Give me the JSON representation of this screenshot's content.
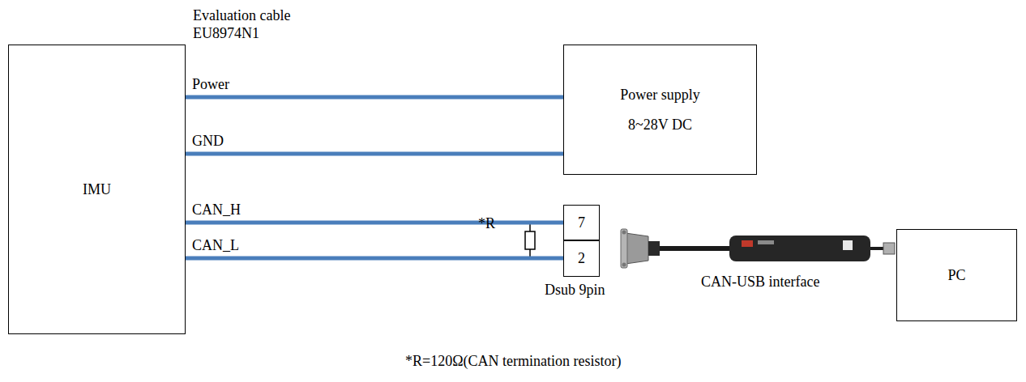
{
  "diagram": {
    "nodes": [
      {
        "text": [
          "IMU"
        ]
      },
      {
        "text": [
          "Power supply",
          "8~28V DC"
        ]
      },
      {
        "text": [
          "7"
        ]
      },
      {
        "text": [
          "2"
        ]
      },
      {
        "text": [
          "PC"
        ]
      }
    ],
    "edges": [
      {
        "from": 0,
        "to": 1,
        "arrow": "none",
        "label": "Power"
      },
      {
        "from": 0,
        "to": 1,
        "arrow": "none",
        "label": "GND"
      },
      {
        "from": 0,
        "to": 2,
        "arrow": "none",
        "label": "CAN_H"
      },
      {
        "from": 0,
        "to": 3,
        "arrow": "none",
        "label": "CAN_L"
      }
    ],
    "labels": [
      "Evaluation cable",
      "EU8974N1",
      "*R",
      "Dsub 9pin",
      "CAN-USB interface",
      "*R=120Ω(CAN termination resistor)"
    ]
  }
}
